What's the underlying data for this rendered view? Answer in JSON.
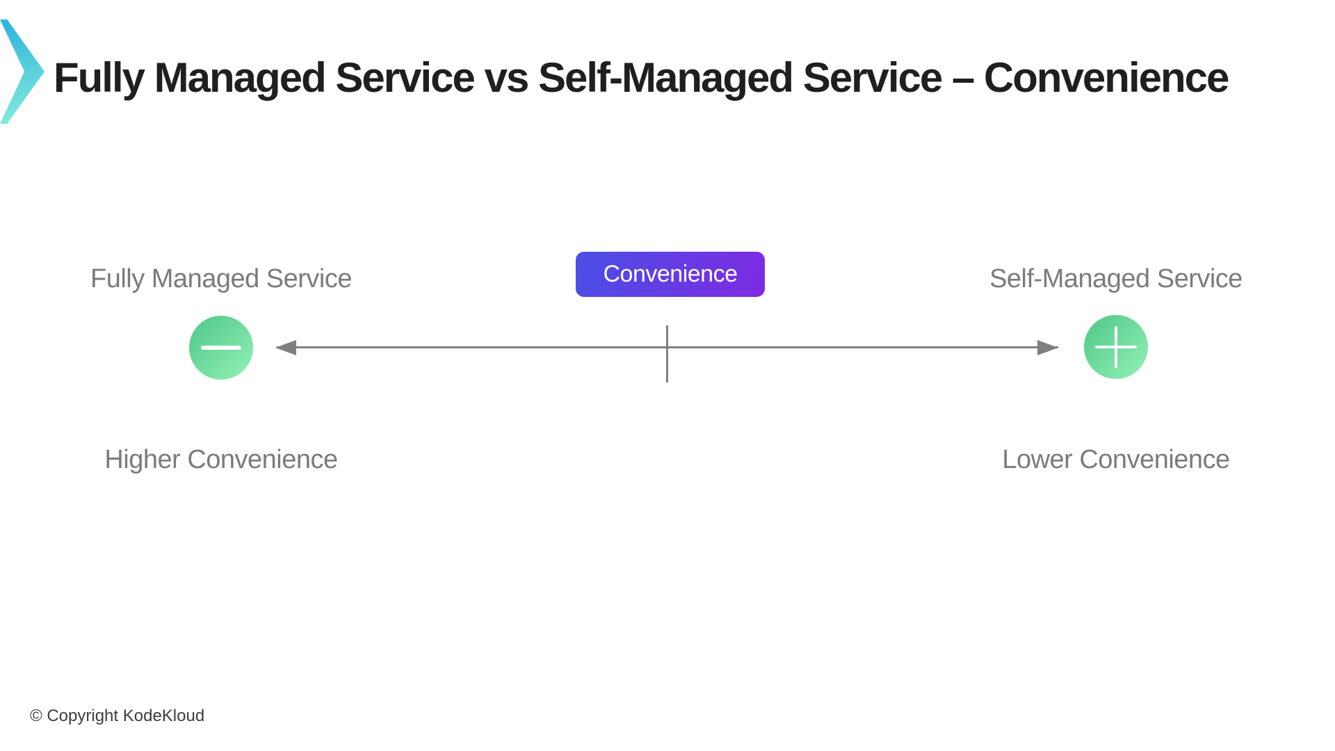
{
  "slide": {
    "title": "Fully Managed Service vs Self-Managed Service – Convenience",
    "copyright": "© Copyright KodeKloud"
  },
  "diagram": {
    "left_label": "Fully Managed Service",
    "right_label": "Self-Managed Service",
    "center_badge": "Convenience",
    "left_caption": "Higher Convenience",
    "right_caption": "Lower Convenience",
    "left_icon": "minus-icon",
    "right_icon": "plus-icon",
    "axis": "double-headed horizontal arrow with center tick"
  },
  "colors": {
    "badge-from": "#4a4fe4",
    "badge-to": "#7e2ae2",
    "circle-from": "#55cb8c",
    "circle-to": "#90efb4",
    "chevron-from": "#2db5dc",
    "chevron-to": "#7fe9dc",
    "line-gray": "#7f7f7f",
    "label-gray": "#7b7b7b",
    "title-color": "#1f1f1f",
    "copyright-color": "#3e3e3e"
  }
}
